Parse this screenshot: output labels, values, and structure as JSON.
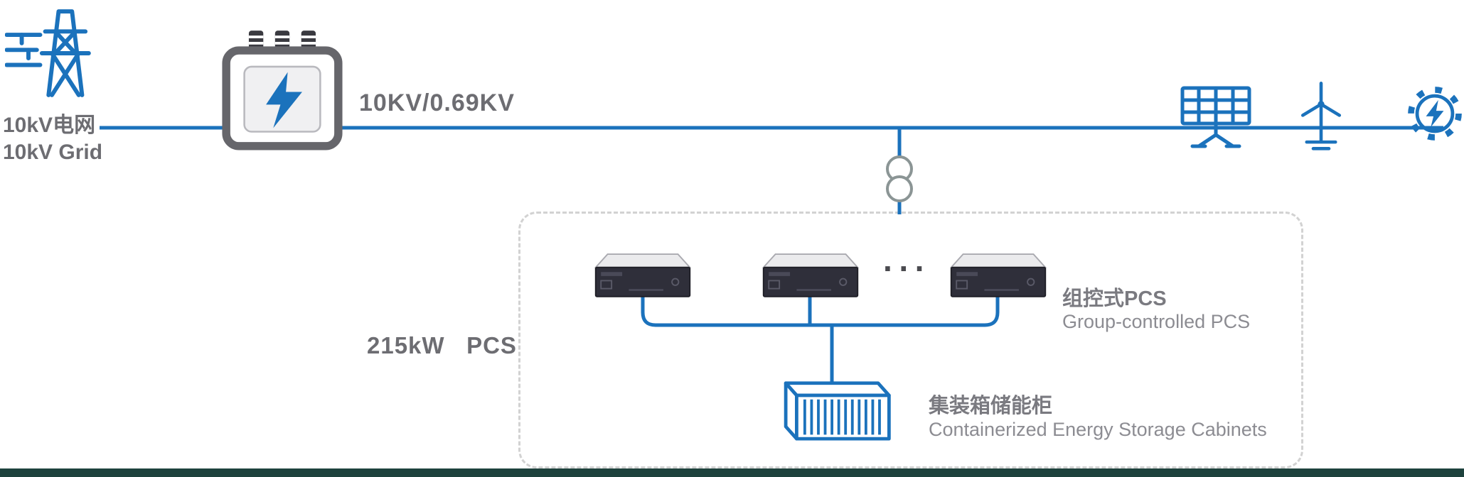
{
  "colors": {
    "accent_blue": "#1b72bc",
    "label_gray": "#6d6d72",
    "secondary_gray": "#8c8c92",
    "transformer_gray": "#66666b",
    "unit_front": "#2f2f3a",
    "footer": "#1e423d"
  },
  "grid": {
    "cn": "10kV电网",
    "en": "10kV Grid"
  },
  "transformer": {
    "ratio": "10KV/0.69KV"
  },
  "pcs_group": {
    "power_label": "215kW   PCS",
    "ellipsis": "···",
    "cn": "组控式PCS",
    "en": "Group-controlled PCS"
  },
  "storage": {
    "cn": "集装箱储能柜",
    "en": "Containerized Energy Storage Cabinets"
  }
}
